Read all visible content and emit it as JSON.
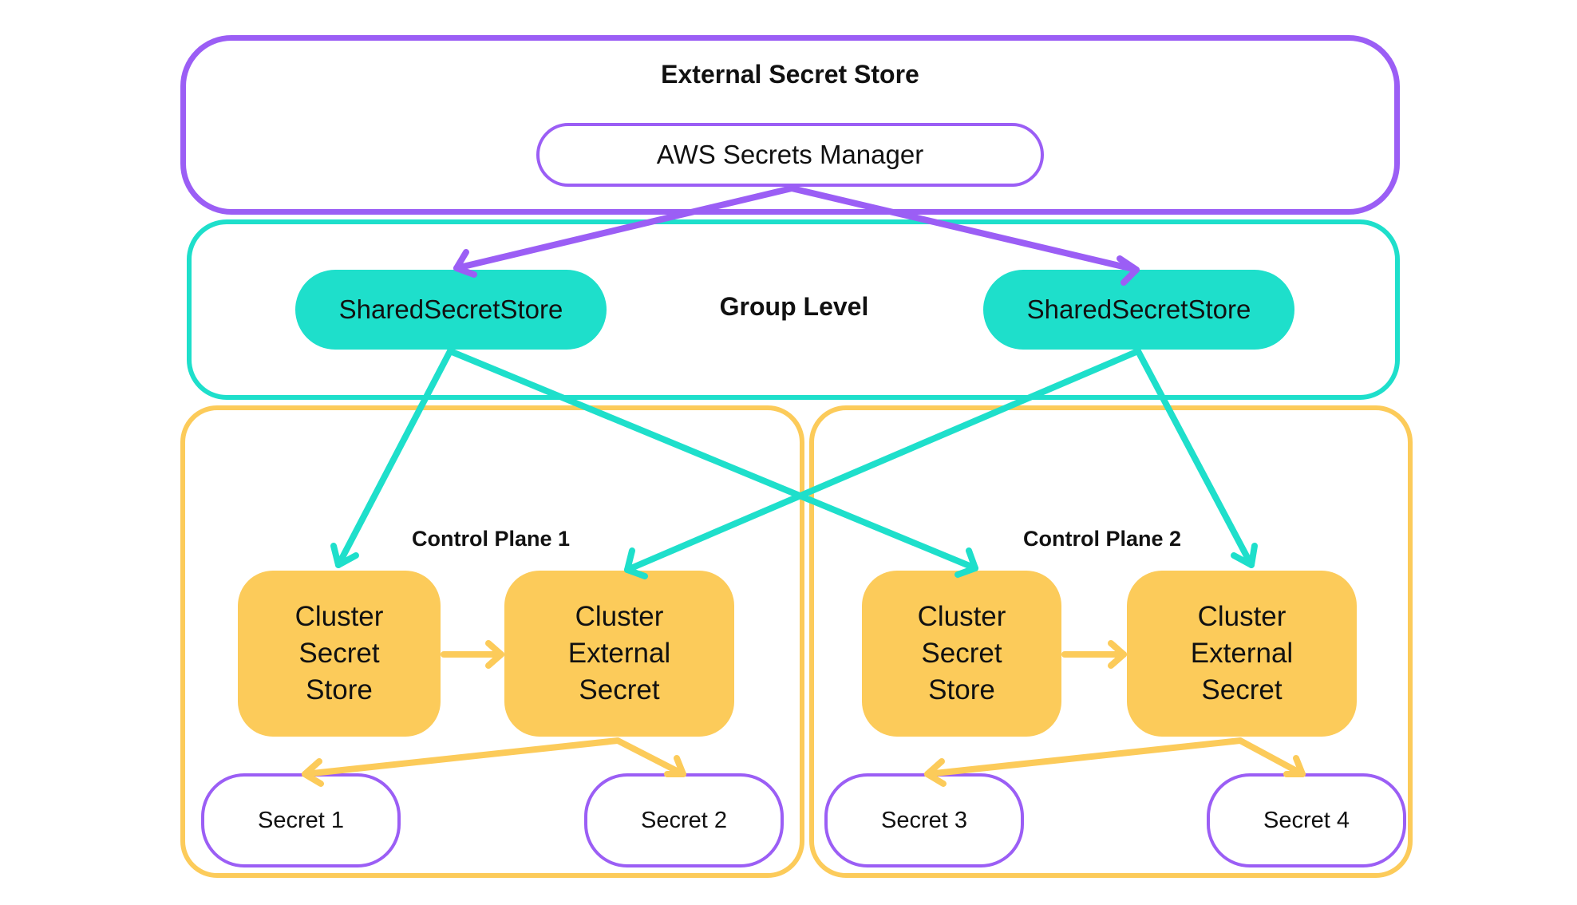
{
  "external_store": {
    "title": "External Secret Store",
    "provider": "AWS Secrets Manager"
  },
  "group_level": {
    "title": "Group Level",
    "stores": [
      "SharedSecretStore",
      "SharedSecretStore"
    ]
  },
  "control_planes": [
    {
      "title": "Control Plane 1",
      "store_label": "Cluster\nSecret\nStore",
      "external_label": "Cluster\nExternal\nSecret",
      "secrets": [
        "Secret 1",
        "Secret 2"
      ]
    },
    {
      "title": "Control Plane 2",
      "store_label": "Cluster\nSecret\nStore",
      "external_label": "Cluster\nExternal\nSecret",
      "secrets": [
        "Secret 3",
        "Secret 4"
      ]
    }
  ],
  "colors": {
    "purple": "#9B5EF5",
    "teal": "#1EDFCB",
    "yellow": "#FCCB5A"
  }
}
